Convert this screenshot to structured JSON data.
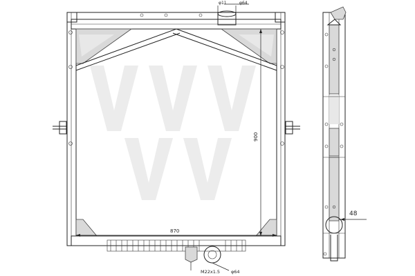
{
  "drawing": {
    "front_view": {
      "width_dimension": "870",
      "height_dimension": "900",
      "filler_neck_height": "φ11",
      "filler_neck_diameter": "φ64",
      "drain_thread": "M22x1.5",
      "outlet_diameter": "φ64"
    },
    "side_view": {
      "depth_dimension": "48"
    }
  }
}
